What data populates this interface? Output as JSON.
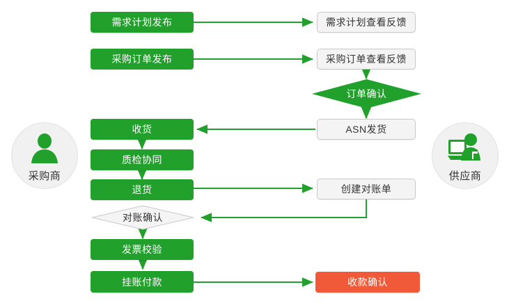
{
  "colors": {
    "green": "#22a02c",
    "gray_fill": "#f4f4f4",
    "gray_border": "#c9c9c9",
    "orange": "#f15a38",
    "circle_fill": "#f1f1f1",
    "text_dark": "#333333",
    "text_light": "#ffffff",
    "connector": "#22a02c"
  },
  "actors": {
    "buyer": {
      "label": "采购商",
      "icon": "person-icon"
    },
    "supplier": {
      "label": "供应商",
      "icon": "person-at-computer-icon"
    }
  },
  "buyer_column": [
    {
      "id": "demand-plan-publish",
      "label": "需求计划发布",
      "shape": "box",
      "style": "green"
    },
    {
      "id": "purchase-order-publish",
      "label": "采购订单发布",
      "shape": "box",
      "style": "green"
    },
    {
      "id": "goods-receipt",
      "label": "收货",
      "shape": "box",
      "style": "green"
    },
    {
      "id": "quality-inspection-collaboration",
      "label": "质检协同",
      "shape": "box",
      "style": "green"
    },
    {
      "id": "return-goods",
      "label": "退货",
      "shape": "box",
      "style": "green"
    },
    {
      "id": "reconciliation-confirm",
      "label": "对账确认",
      "shape": "diamond",
      "style": "white"
    },
    {
      "id": "invoice-verification",
      "label": "发票校验",
      "shape": "box",
      "style": "green"
    },
    {
      "id": "pending-payment",
      "label": "挂账付款",
      "shape": "box",
      "style": "green"
    }
  ],
  "supplier_column": [
    {
      "id": "demand-plan-view-feedback",
      "label": "需求计划查看反馈",
      "shape": "box",
      "style": "gray"
    },
    {
      "id": "purchase-order-view-feedback",
      "label": "采购订单查看反馈",
      "shape": "box",
      "style": "gray"
    },
    {
      "id": "order-confirm",
      "label": "订单确认",
      "shape": "diamond",
      "style": "green"
    },
    {
      "id": "asn-shipment",
      "label": "ASN发货",
      "shape": "box",
      "style": "gray"
    },
    {
      "id": "create-reconciliation-statement",
      "label": "创建对账单",
      "shape": "box",
      "style": "gray"
    },
    {
      "id": "payment-receipt-confirm",
      "label": "收款确认",
      "shape": "box",
      "style": "orange"
    }
  ],
  "connectors": [
    {
      "from": "demand-plan-publish",
      "to": "demand-plan-view-feedback",
      "direction": "right"
    },
    {
      "from": "purchase-order-publish",
      "to": "purchase-order-view-feedback",
      "direction": "right"
    },
    {
      "from": "purchase-order-view-feedback",
      "to": "order-confirm",
      "direction": "down"
    },
    {
      "from": "order-confirm",
      "to": "asn-shipment",
      "direction": "down"
    },
    {
      "from": "asn-shipment",
      "to": "goods-receipt",
      "direction": "left"
    },
    {
      "from": "goods-receipt",
      "to": "quality-inspection-collaboration",
      "direction": "down"
    },
    {
      "from": "quality-inspection-collaboration",
      "to": "return-goods",
      "direction": "down"
    },
    {
      "from": "return-goods",
      "to": "create-reconciliation-statement",
      "direction": "right"
    },
    {
      "from": "create-reconciliation-statement",
      "to": "reconciliation-confirm",
      "direction": "down-left"
    },
    {
      "from": "reconciliation-confirm",
      "to": "invoice-verification",
      "direction": "down"
    },
    {
      "from": "invoice-verification",
      "to": "pending-payment",
      "direction": "down"
    },
    {
      "from": "pending-payment",
      "to": "payment-receipt-confirm",
      "direction": "right"
    }
  ]
}
